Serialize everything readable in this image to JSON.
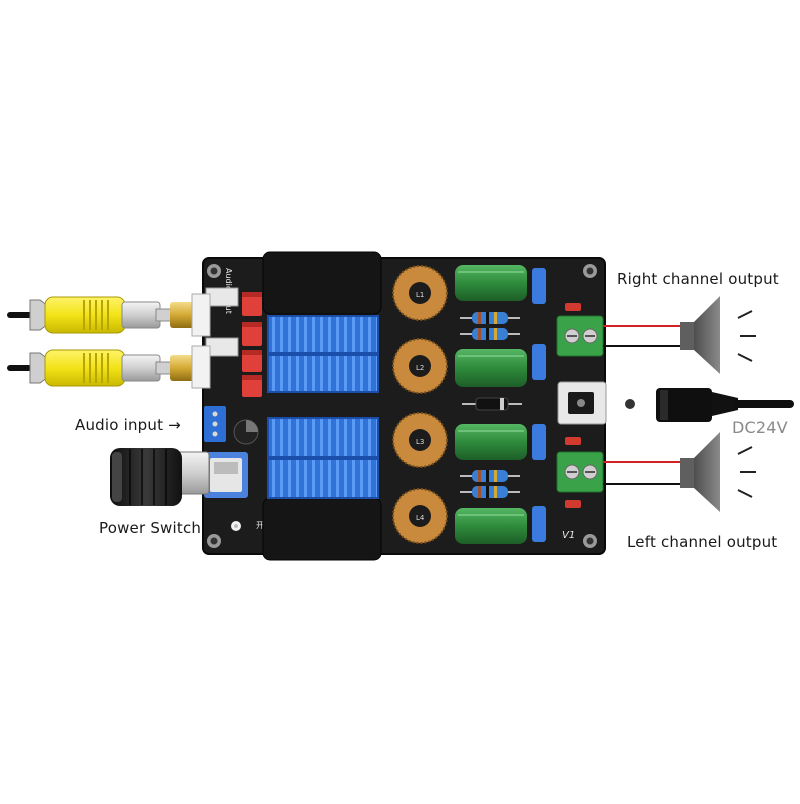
{
  "labels": {
    "right_channel_output": "Right channel output",
    "audio_input": "Audio input →",
    "power_switch": "Power Switch",
    "dc_power": "DC24V",
    "left_channel_output": "Left channel output"
  },
  "board_silkscreen": {
    "input_label": "Audio input",
    "switch_label": "开关/音量",
    "version": "V1",
    "inductors": [
      "L1",
      "L2",
      "L3",
      "L4"
    ]
  },
  "colors": {
    "board": "#1c1c1c",
    "heatsink": "#2f73d9",
    "capacitor": "#2e8b3c",
    "rca_plug": "#f2e318",
    "terminal_block": "#3aa34a",
    "speaker": "#5f5f5f",
    "wire_red": "#d42020"
  }
}
